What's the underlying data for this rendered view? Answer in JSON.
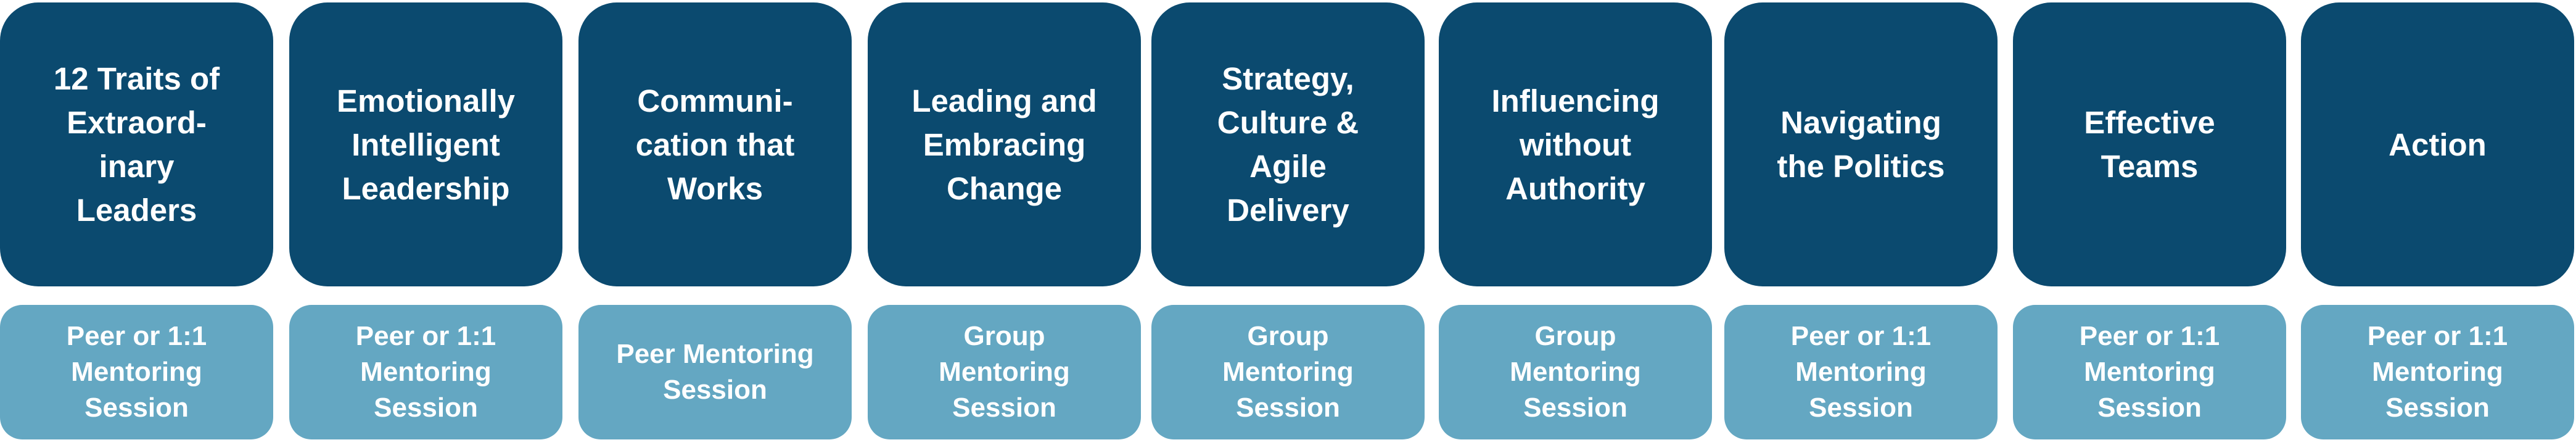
{
  "colors": {
    "topic_box": "#0b4a6f",
    "session_box": "#64a7c2",
    "text": "#ffffff"
  },
  "steps": [
    {
      "topic": "12 Traits of\nExtraord-\ninary\nLeaders",
      "session": "Peer or 1:1\nMentoring\nSession"
    },
    {
      "topic": "Emotionally\nIntelligent\nLeadership",
      "session": "Peer or 1:1\nMentoring\nSession"
    },
    {
      "topic": "Communi-\ncation that\nWorks",
      "session": "Peer Mentoring\nSession"
    },
    {
      "topic": "Leading and\nEmbracing\nChange",
      "session": "Group\nMentoring\nSession"
    },
    {
      "topic": "Strategy,\nCulture &\nAgile\nDelivery",
      "session": "Group\nMentoring\nSession"
    },
    {
      "topic": "Influencing\nwithout\nAuthority",
      "session": "Group\nMentoring\nSession"
    },
    {
      "topic": "Navigating\nthe Politics",
      "session": "Peer or 1:1\nMentoring\nSession"
    },
    {
      "topic": "Effective\nTeams",
      "session": "Peer or 1:1\nMentoring\nSession"
    },
    {
      "topic": "Action",
      "session": "Peer or 1:1\nMentoring\nSession"
    }
  ]
}
